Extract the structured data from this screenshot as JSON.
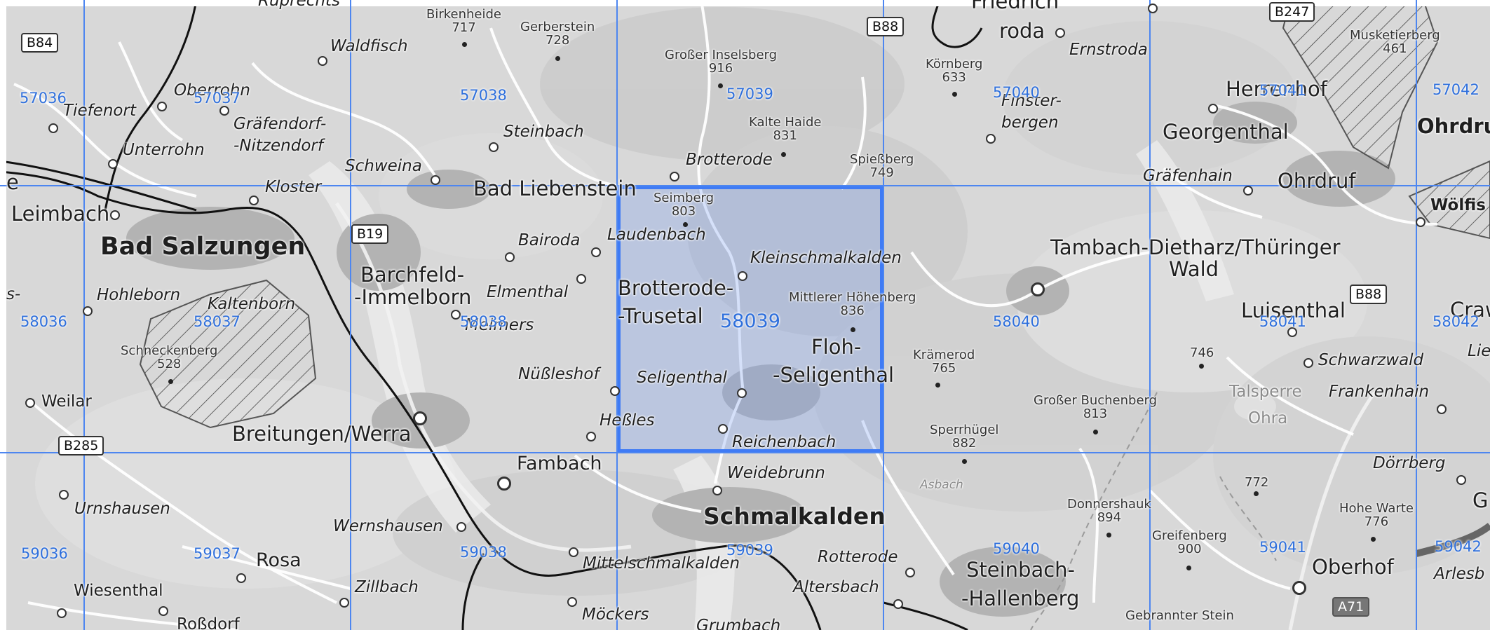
{
  "colors": {
    "grid_line": "#4d86f0",
    "grid_label": "#2e6fdc",
    "selected_fill": "#6e96f0",
    "selected_border": "#3f7bf5"
  },
  "selected_cell": "58039",
  "grid": {
    "row1": [
      "57036",
      "57037",
      "57038",
      "57039",
      "57040",
      "57041",
      "57042"
    ],
    "row2": [
      "58036",
      "58037",
      "58038",
      "58039",
      "58040",
      "58041",
      "58042"
    ],
    "row3": [
      "59036",
      "59037",
      "59038",
      "59039",
      "59040",
      "59041",
      "59042"
    ]
  },
  "places": {
    "ruprechts": "Ruprechts",
    "birkenheide": "Birkenheide",
    "gerberstein": "Gerberstein",
    "waldfisch": "Waldfisch",
    "grosser_inselsberg": "Großer Inselsberg",
    "friedrichroda_1": "Friedrich",
    "friedrichroda_2": "roda",
    "ernstroda": "Ernstroda",
    "koernberg": "Körnberg",
    "musketierberg": "Musketierberg",
    "tiefenort": "Tiefenort",
    "oberrohn": "Oberrohn",
    "graefendorf_1": "Gräfendorf-",
    "graefendorf_2": "-Nitzendorf",
    "unterrohn": "Unterrohn",
    "steinbach": "Steinbach",
    "kalte_haide": "Kalte Haide",
    "finsterbergen_1": "Finster-",
    "finsterbergen_2": "bergen",
    "herrenhof": "Herrenhof",
    "georgenthal": "Georgenthal",
    "ohrdruf_edge": "Ohrdru",
    "schweina": "Schweina",
    "kloster": "Kloster",
    "brotterode": "Brotterode",
    "spiessberg": "Spießberg",
    "graefenhain": "Gräfenhain",
    "ohrdruf": "Ohrdruf",
    "woelfis": "Wölfis",
    "leimbach": "Leimbach",
    "bad_liebenstein": "Bad Liebenstein",
    "seimberg": "Seimberg",
    "laudenbach": "Laudenbach",
    "bad_salzungen": "Bad Salzungen",
    "b19": "B19",
    "bairoda": "Bairoda",
    "kleinschmalkalden": "Kleinschmalkalden",
    "tambach_1": "Tambach-Dietharz/Thüringer",
    "tambach_2": "Wald",
    "barchfeld_1": "Barchfeld-",
    "barchfeld_2": "-Immelborn",
    "elmenthal": "Elmenthal",
    "brotterode_trusetal_1": "Brotterode-",
    "brotterode_trusetal_2": "-Trusetal",
    "mittlerer_hohe": "Mittlerer Höhenberg",
    "luisenthal": "Luisenthal",
    "b88_c": "B88",
    "craw": "Craw",
    "hohleborn": "Hohleborn",
    "kaltenborn": "Kaltenborn",
    "meimers": "Meimers",
    "floh_1": "Floh-",
    "floh_2": "-Seligenthal",
    "schneckenberg": "Schneckenberg",
    "kraemerod": "Krämerod",
    "schwarzwald": "Schwarzwald",
    "lie": "Lie",
    "nuesshof": "Nüßleshof",
    "seligenthal": "Seligenthal",
    "talsperre": "Talsperre",
    "ohra": "Ohra",
    "frankenhain": "Frankenhain",
    "weilar": "Weilar",
    "hessles": "Heßles",
    "grosser_buchenberg": "Großer Buchenberg",
    "breitungen": "Breitungen/Werra",
    "reichenbach": "Reichenbach",
    "sperrhuegel": "Sperrhügel",
    "b285": "B285",
    "fambach": "Fambach",
    "weidebrunn": "Weidebrunn",
    "doerrberg": "Dörrberg",
    "asbach": "Asbach",
    "urnshausen": "Urnshausen",
    "schmalkalden": "Schmalkalden",
    "donnershauk": "Donnershauk",
    "hohe_warte": "Hohe Warte",
    "wernshausen": "Wernshausen",
    "greifenberg": "Greifenberg",
    "rosa": "Rosa",
    "mittelschmalkalden": "Mittelschmalkalden",
    "rotterode": "Rotterode",
    "steinbach_hallenberg_1": "Steinbach-",
    "steinbach_hallenberg_2": "-Hallenberg",
    "oberhof": "Oberhof",
    "zillbach": "Zillbach",
    "altersbach": "Altersbach",
    "arlesb": "Arlesb",
    "wiesenthal": "Wiesenthal",
    "moeckers": "Möckers",
    "a71": "A71",
    "rossdorf": "Roßdorf",
    "grumbach": "Grumbach",
    "gebrannter_stein": "Gebrannter Stein",
    "b84": "B84",
    "b88": "B88",
    "b247": "B247",
    "edge_e": "e",
    "edge_s": "s-",
    "edge_g": "G"
  },
  "elevations": {
    "birkenheide": "717",
    "gerberstein": "728",
    "grosser_inselsberg": "916",
    "koernberg": "633",
    "musketierberg": "461",
    "kalte_haide": "831",
    "spiessberg": "749",
    "seimberg": "803",
    "mittlerer_hohe": "836",
    "schneckenberg": "528",
    "kraemerod": "765",
    "p746": "746",
    "grosser_buchenberg": "813",
    "sperrhuegel": "882",
    "p772": "772",
    "donnershauk": "894",
    "hohe_warte": "776",
    "greifenberg": "900"
  }
}
